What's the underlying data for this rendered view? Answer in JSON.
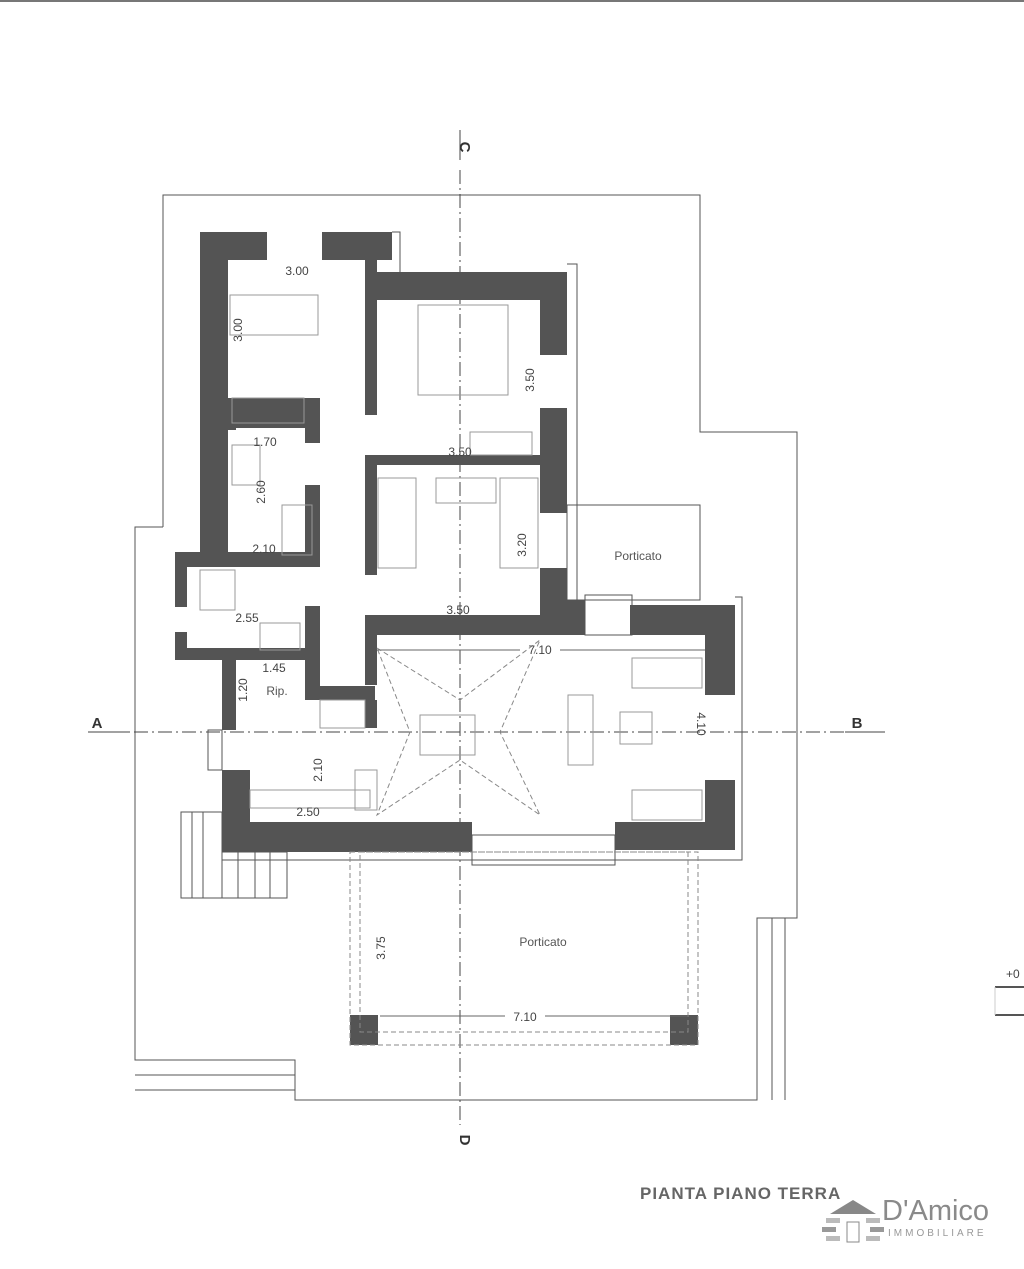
{
  "drawing": {
    "title": "PIANTA PIANO TERRA",
    "section_marks": {
      "left": "A",
      "right": "B",
      "top": "C",
      "bottom": "D"
    },
    "level_mark": "+0",
    "rooms": {
      "porch_right": "Porticato",
      "porch_bottom": "Porticato",
      "storage": "Rip."
    },
    "dimensions": {
      "bedroom_small_width": "3.00",
      "bedroom_small_depth": "3.00",
      "bedroom_master_depth": "3.50",
      "bedroom_master_width": "3.50",
      "bath1_width": "1.70",
      "bath1_depth": "2.60",
      "bath1_bottom": "2.10",
      "bedroom_twin_depth": "3.20",
      "bedroom_twin_width": "3.50",
      "bath2_width": "2.55",
      "storage_width": "1.45",
      "storage_depth": "1.20",
      "living_width": "7.10",
      "living_depth": "4.10",
      "kitchen_depth": "2.10",
      "kitchen_width": "2.50",
      "porch_depth": "3.75",
      "porch_width": "7.10"
    },
    "colors": {
      "wall": "#545454",
      "line": "#555555"
    }
  },
  "logo": {
    "name": "D'Amico",
    "subtitle": "IMMOBILIARE"
  }
}
